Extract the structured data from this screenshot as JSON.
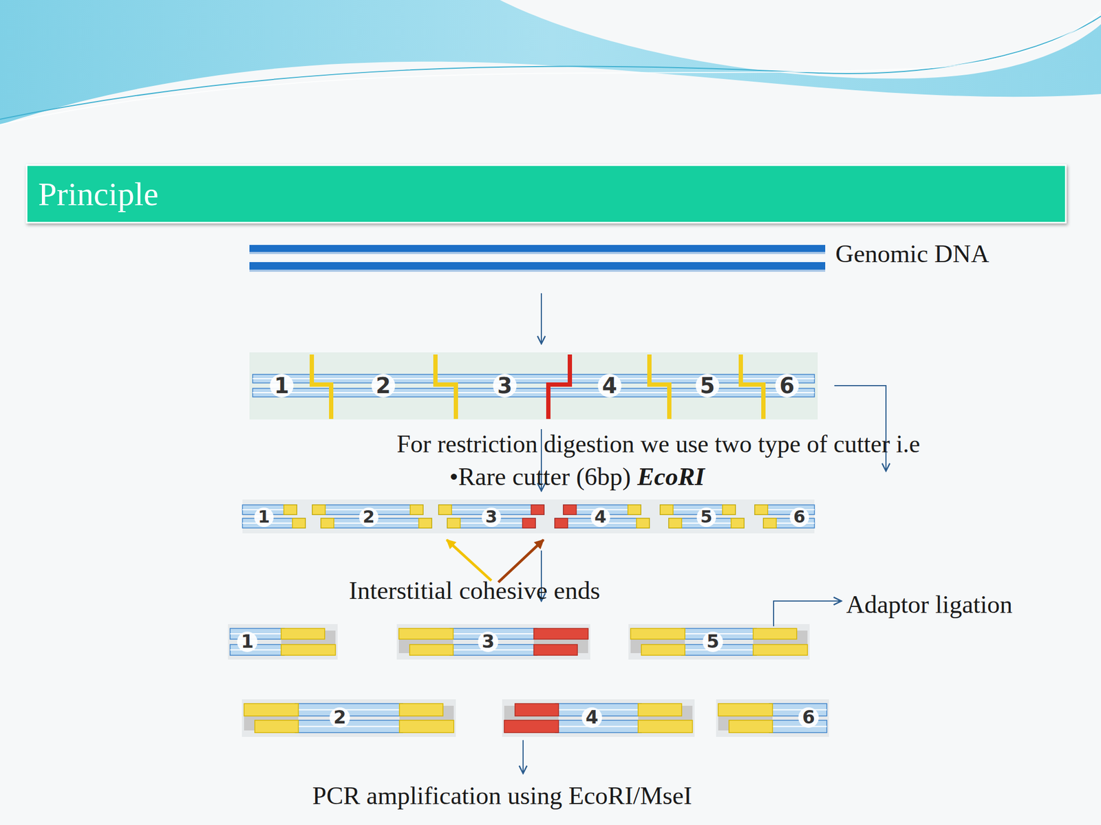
{
  "diagram": {
    "title": "Principle",
    "labels": [
      "Genomic DNA",
      "1",
      "2",
      "3",
      "4",
      "5",
      "6",
      "For restriction digestion we use two type of cutter i.e",
      "•Rare cutter (6bp)",
      "EcoRI",
      "1",
      "2",
      "3",
      "4",
      "5",
      "6",
      "Interstitial cohesive ends",
      "Adaptor ligation",
      "1",
      "3",
      "5",
      "2",
      "4",
      "6",
      "PCR amplification using EcoRI/MseI"
    ]
  }
}
